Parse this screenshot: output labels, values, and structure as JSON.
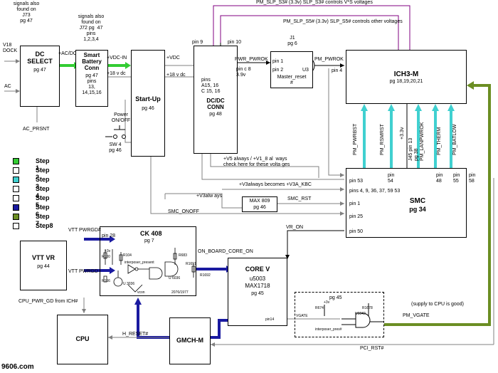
{
  "colors": {
    "step1": "#33cc33",
    "step3": "#40d0d0",
    "step6": "#1a1aa0",
    "step7": "#6b8e23",
    "wire": "#808080",
    "purple": "#800080"
  },
  "legend": [
    {
      "label": "Step 1",
      "color": "#33cc33"
    },
    {
      "label": "Step 2",
      "color": "#ffffff"
    },
    {
      "label": "Step 3",
      "color": "#40d0d0"
    },
    {
      "label": "Step 4",
      "color": "#ffffff"
    },
    {
      "label": "Step 5",
      "color": "#ffffff"
    },
    {
      "label": "Step 6",
      "color": "#1a1aa0"
    },
    {
      "label": "Step 7",
      "color": "#6b8e23"
    },
    {
      "label": "Step8",
      "color": "#ffffff"
    }
  ],
  "top": {
    "signals_j73": "signals also\nfound on\nJ73\npg 47",
    "signals_j72": "signals also\nfound on\nJ72 pg  47\npins\n1,2,3,4",
    "slp_s3": "PM_SLP_S3# (3.3v)   SLP_S3# controls V*S voltages",
    "slp_s5": "PM_SLP_S5# (3.3v)   SLP_S5# controls other voltages",
    "pin9": "pin 9",
    "pin10": "pin 10"
  },
  "left": {
    "v18dock": "V18\nDOCK",
    "ac": "AC",
    "ac_prsnt": "AC_PRSNT"
  },
  "dc_select": {
    "title": "DC\nSELECT",
    "page": "pg 47"
  },
  "battery": {
    "title": "Smart\nBattery\nConn",
    "page": "pg 47\npins\n13,\n14,15,16"
  },
  "startup": {
    "title": "Start-Up",
    "page": "pg 46"
  },
  "dcdc": {
    "title": "DC/DC\nCONN",
    "page": "pg 48",
    "pins": "pins\nA15, 16\nC 15, 16"
  },
  "ich3": {
    "title": "ICH3-M",
    "page": "pg 18,19,20,21"
  },
  "master_reset": {
    "j1": "J1\npg 6",
    "pin1": "pin 1",
    "pin2": "pin 2",
    "u3": "U3",
    "label": "Master_reset\n#"
  },
  "labels": {
    "ac_dc": "+AC/DC",
    "vdc_in": "+VDC-IN",
    "v18_1": "+18 v  dc",
    "vdc": "+VDC",
    "v18_2": "+18 v  dc",
    "pwr_pwrok": "PWR_PWROK",
    "pin_c8": "pin c 8\n3.9v",
    "pm_pwrok": "PM_PWROK",
    "pin4": "pin 4",
    "power_onoff": "Power\nON/OFF",
    "sw4": "SW 4\npg 46",
    "v5_always": "+V5 always / +V1_8 al  ways\ncheck here for these volta ges",
    "v3_always_kbc": "+V3always becomes +V3A_KBC",
    "v3_always": "+V3alw ays",
    "smc_rst": "SMC_RST",
    "smc_onoff": "SMC_ONOFF",
    "vr_on": "VR_ON",
    "vtt_pwrgd_top": "VTT PWRGD#",
    "vtt_pwrgd": "VTT PWRGD",
    "on_board_core_on": "ON_BOARD_CORE_ON",
    "cpu_pwr_gd": "CPU_PWR_GD from ICH#",
    "h_reset": "H_RESET#",
    "pci_rst": "PCI_RST#",
    "pm_vgate": "PM_VGATE",
    "supply_good": "(supply to CPU is good)",
    "vgate": "VGATE"
  },
  "max809": {
    "title": "MAX 809",
    "page": "pg 46"
  },
  "smc": {
    "title": "SMC",
    "page": "pg 34",
    "pin53": "pin 53",
    "pin54": "pin\n54",
    "pin_j45": "J45 pin 13\npg 38",
    "pin48": "pin\n48",
    "pin55": "pin\n55",
    "pin58": "pin\n58",
    "pins_multi": "pins 4, 9, 36, 37, 59 53",
    "pin1": "pin 1",
    "pin25": "pin 25",
    "pin50": "pin 50"
  },
  "ich_signals": [
    "PM_PWRBST",
    "PM_RSMRST",
    "+3.3v",
    "PM_LANPWROK",
    "PM_THERM",
    "PM_BATLOW"
  ],
  "ck408": {
    "title": "CK 408",
    "page": "pg 7",
    "pin28": "pin 28",
    "r100": "R100",
    "r104": "R104",
    "r683": "R683",
    "r1691": "R1691",
    "r166": "R166",
    "r1692": "R1692",
    "u3036": "U 3036",
    "u6036": "U 6036",
    "interposer_present": "interposer_present",
    "vcon": "vcon",
    "part": "2076/1977",
    "plus3v": "+3v"
  },
  "vtt_vr": {
    "title": "VTT VR",
    "page": "pg 44"
  },
  "core_v": {
    "title": "CORE V",
    "part1": "u5003",
    "part2": "MAX1718",
    "page": "pg 45",
    "pin": "pin14"
  },
  "pg45_box": {
    "page": "pg 45",
    "r674": "R674",
    "r1678": "R1678",
    "u6042": "U6042",
    "interposer": "interposer_pres#",
    "plus3": "+3v"
  },
  "cpu": {
    "title": "CPU"
  },
  "gmch": {
    "title": "GMCH-M"
  },
  "watermark": "9606.com"
}
